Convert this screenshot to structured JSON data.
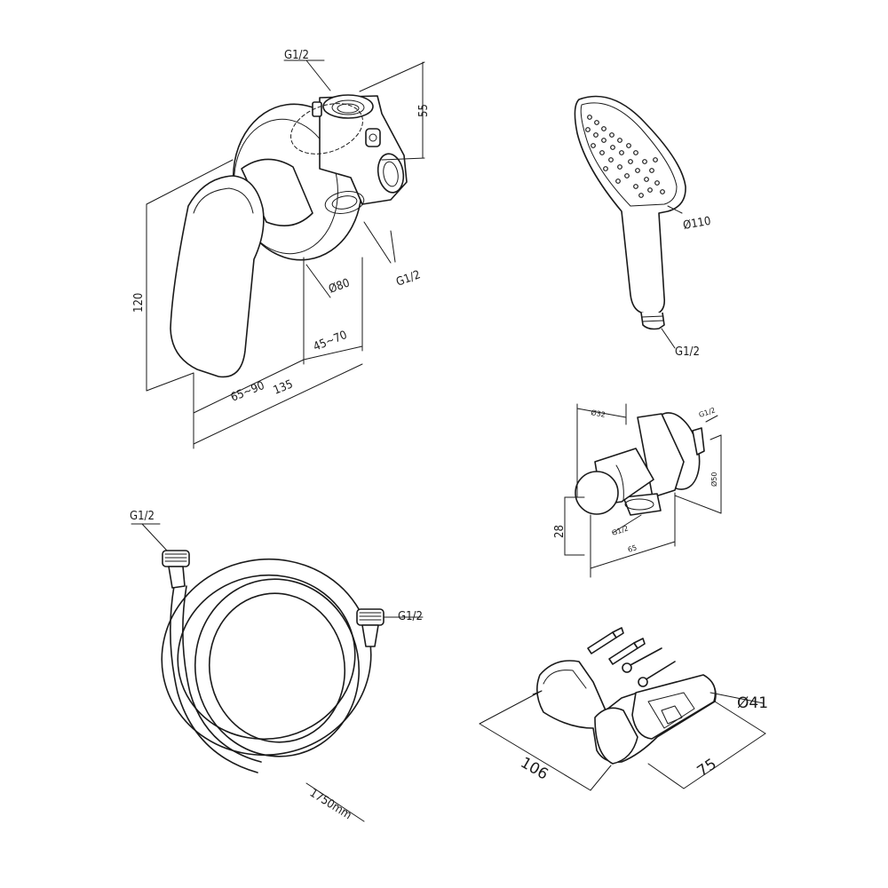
{
  "mixer": {
    "inlet_top": "G1/2",
    "depth": "55",
    "outlet_side": "G1/2",
    "flange_diameter": "Ø80",
    "height": "120",
    "wall_depth": "45~70",
    "lever_depth": "65~90",
    "total_depth": "135"
  },
  "hand_shower": {
    "diameter": "Ø110",
    "thread": "G1/2"
  },
  "wall_outlet": {
    "diameter_a": "Ø32",
    "thread_a": "G1/2",
    "diameter_b": "Ø50",
    "height": "28",
    "thread_b": "G1/2",
    "length": "65"
  },
  "hose": {
    "thread_left": "G1/2",
    "thread_right": "G1/2",
    "length": "1750mm"
  },
  "holder": {
    "diameter": "Ø41",
    "length": "106",
    "depth": "75"
  }
}
